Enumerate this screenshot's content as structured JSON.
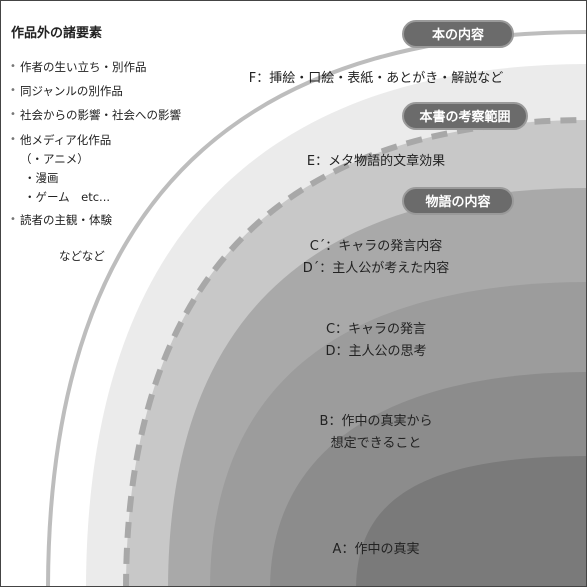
{
  "outside": {
    "title": "作品外の諸要素",
    "items": [
      "作者の生い立ち・別作品",
      "同ジャンルの別作品",
      "社会からの影響・社会への影響",
      "他メディア化作品",
      "（・アニメ）",
      "・漫画",
      "・ゲーム　etc...",
      "読者の主観・体験"
    ],
    "etc": "などなど"
  },
  "levels": {
    "book": {
      "label": "本の内容",
      "text": "F：挿絵・口絵・表紙・あとがき・解説など"
    },
    "scope": {
      "label": "本書の考察範囲",
      "text": "E：メタ物語的文章効果"
    },
    "story": {
      "label": "物語の内容",
      "text1": "C´：キャラの発言内容",
      "text2": "D´：主人公が考えた内容"
    },
    "c": {
      "text1": "C：キャラの発言",
      "text2": "D：主人公の思考"
    },
    "b": {
      "text1": "B：作中の真実から",
      "text2": "想定できること"
    },
    "a": {
      "text": "A：作中の真実"
    }
  },
  "colors": {
    "outer_band": "#ebebeb",
    "ring_e": "#c8c8c8",
    "ring_story": "#a9a9a9",
    "ring_c": "#9c9c9c",
    "ring_b": "#8c8c8c",
    "ring_a": "#7a7a7a",
    "pill": "#6b6b6b"
  }
}
